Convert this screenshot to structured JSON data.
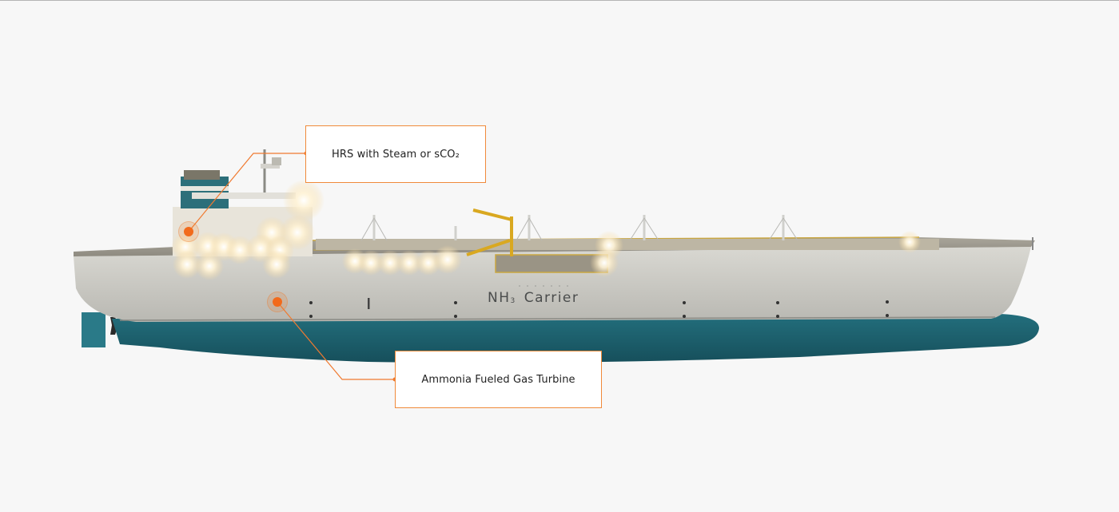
{
  "page": {
    "background": "#f7f7f7",
    "accent_color": "#f26a1b"
  },
  "ship": {
    "hull_name_main": "NH",
    "hull_name_sub": "3",
    "hull_name_suffix": "Carrier",
    "hull_top_color": "#c9c8c2",
    "hull_bottom_color": "#1f6a78"
  },
  "callouts": [
    {
      "id": "hrs",
      "label": "HRS with Steam or sCO₂"
    },
    {
      "id": "gas-turbine",
      "label": "Ammonia Fueled Gas Turbine"
    }
  ]
}
